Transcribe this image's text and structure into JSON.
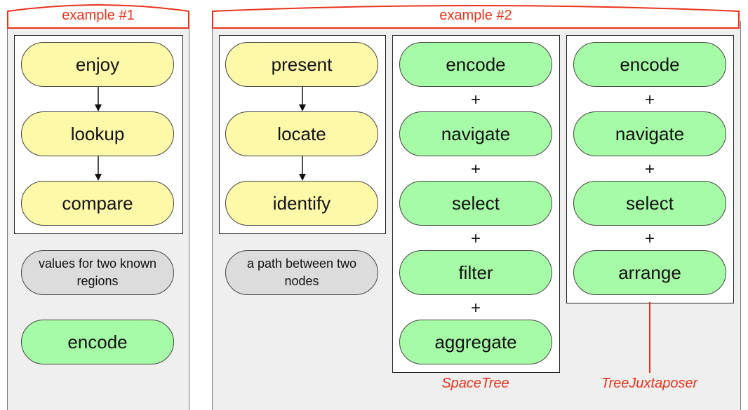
{
  "example1": {
    "title": "example #1",
    "steps": [
      "enjoy",
      "lookup",
      "compare"
    ],
    "target": "values for two known regions",
    "encode": "encode"
  },
  "example2": {
    "title": "example #2",
    "steps": [
      "present",
      "locate",
      "identify"
    ],
    "target": "a path between two nodes",
    "spacetree": {
      "label": "SpaceTree",
      "items": [
        "encode",
        "navigate",
        "select",
        "filter",
        "aggregate"
      ]
    },
    "treejuxtaposer": {
      "label": "TreeJuxtaposer",
      "items": [
        "encode",
        "navigate",
        "select",
        "arrange"
      ]
    },
    "plus": "+"
  },
  "colors": {
    "accent": "#e8331c",
    "why": "#fef8a9",
    "how": "#a6fba6",
    "what": "#dcdcdc"
  }
}
